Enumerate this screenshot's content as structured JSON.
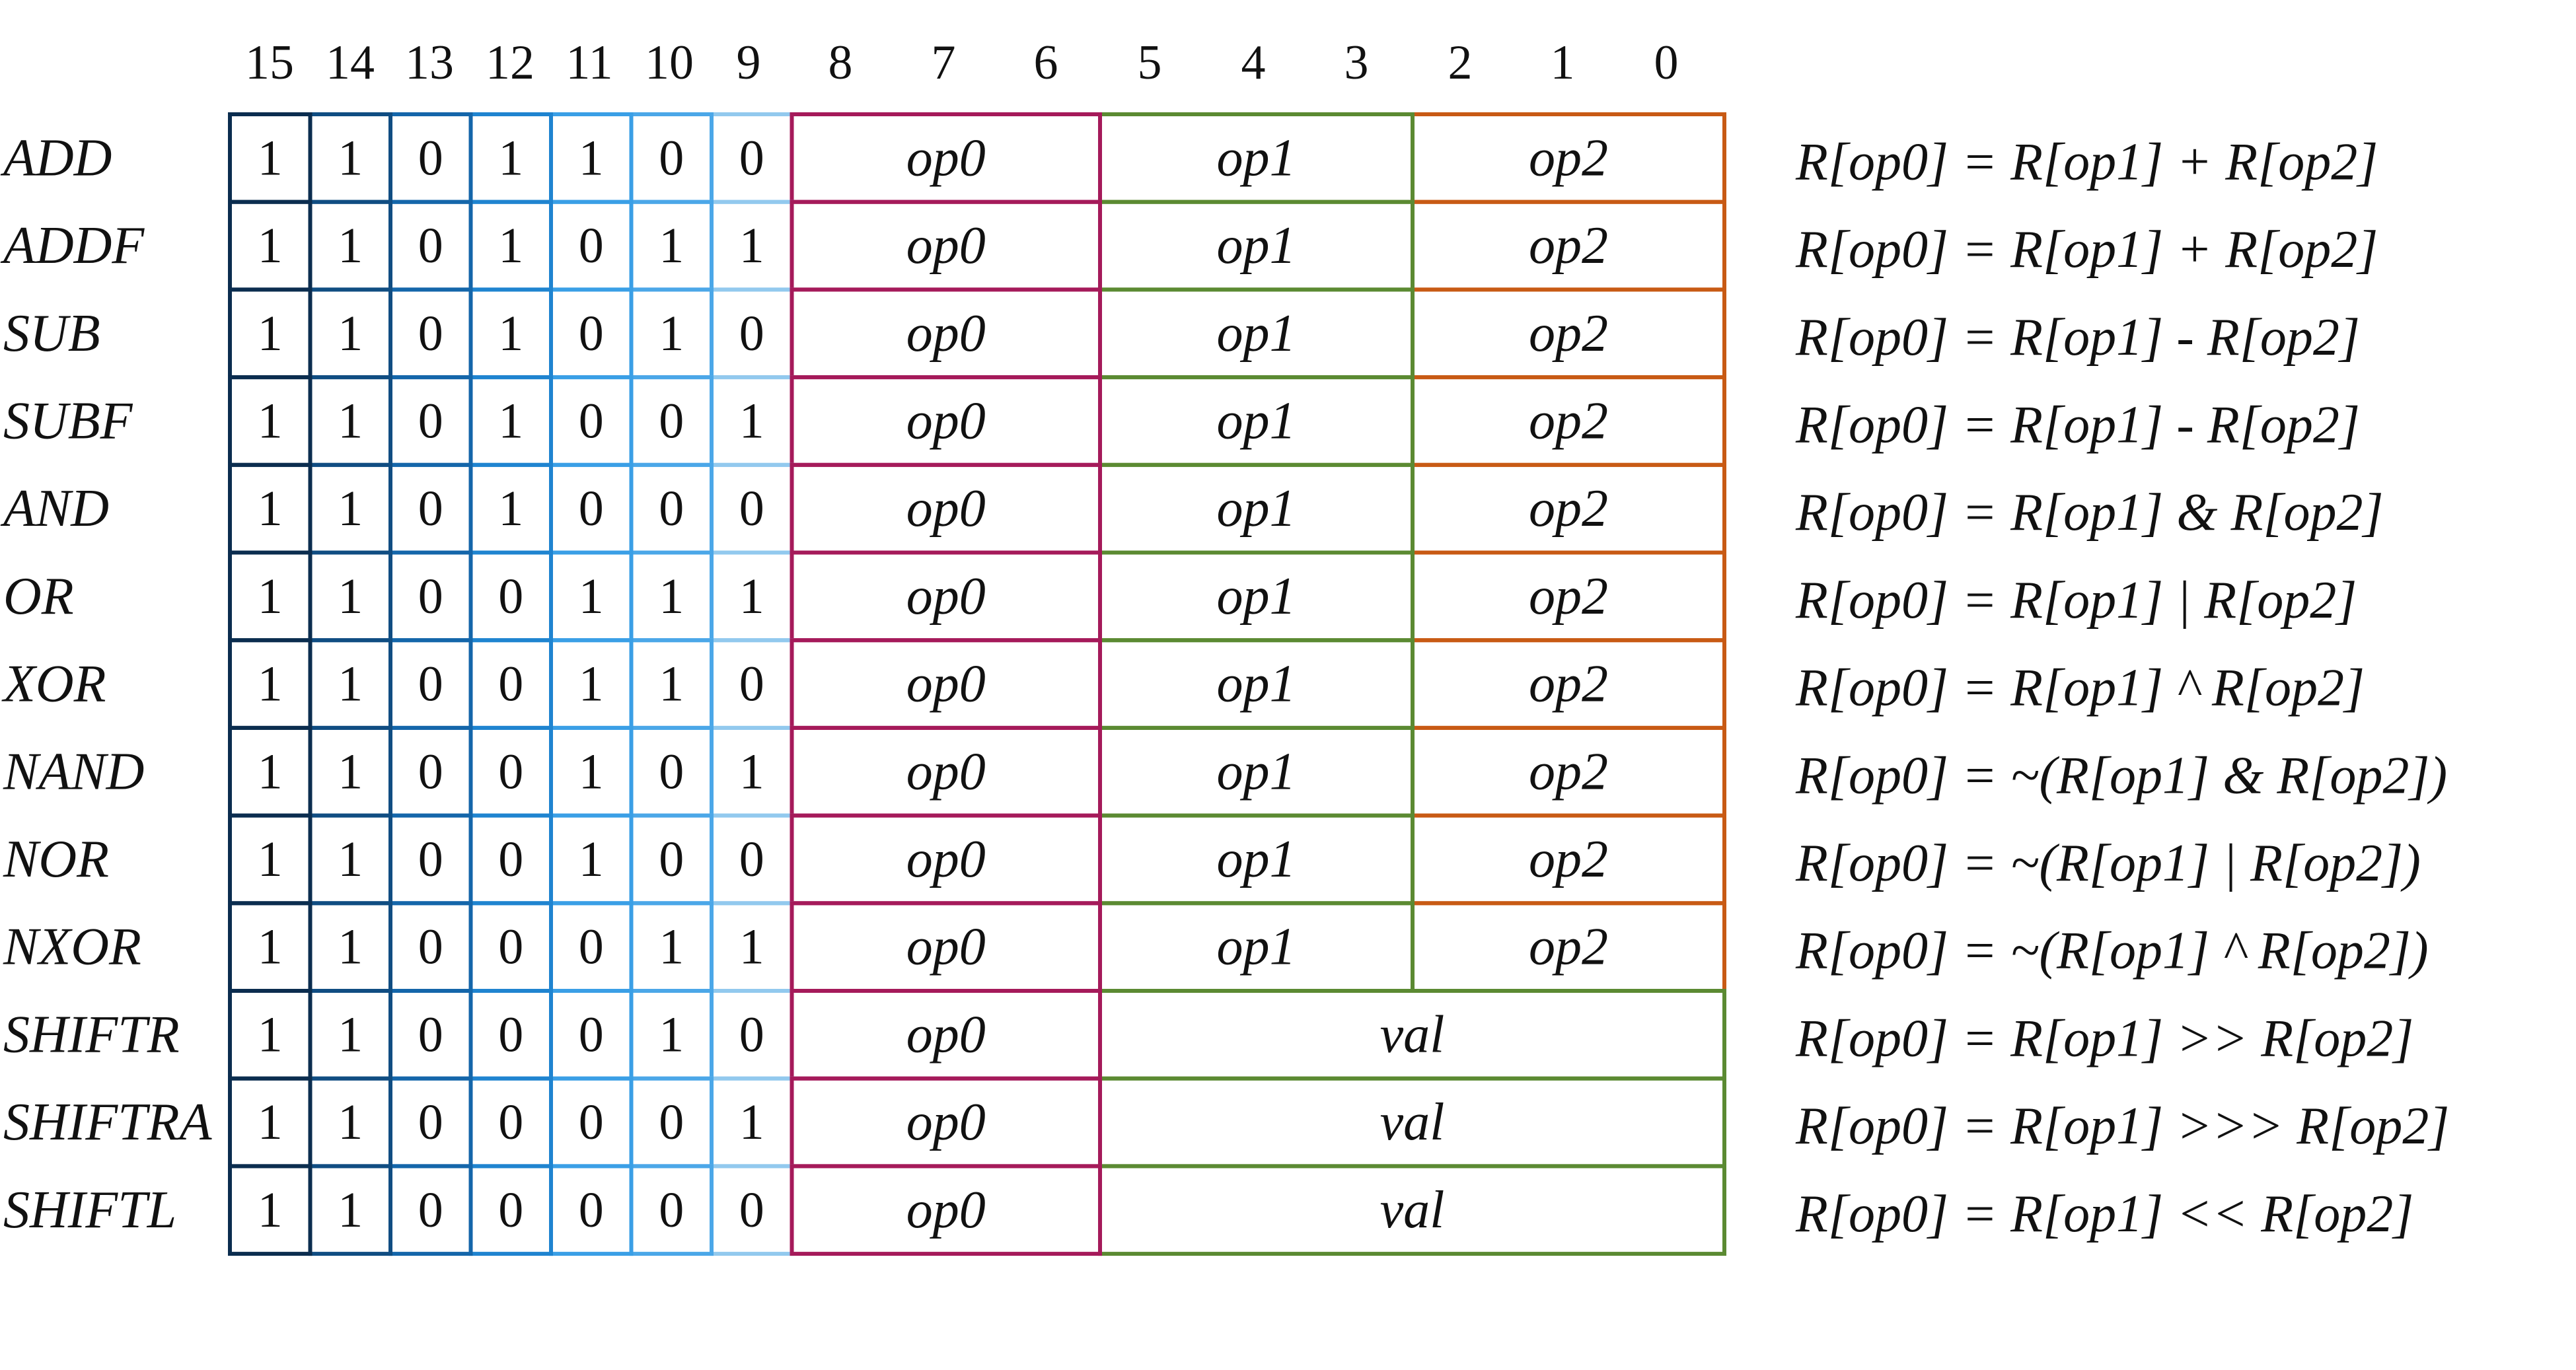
{
  "bit_positions": [
    "15",
    "14",
    "13",
    "12",
    "11",
    "10",
    "9",
    "8",
    "7",
    "6",
    "5",
    "4",
    "3",
    "2",
    "1",
    "0"
  ],
  "colors": {
    "bit15": "#0b2d4f",
    "bit14": "#104d82",
    "bit13": "#1466aa",
    "bit12": "#1f84d0",
    "bit11": "#3a9fe6",
    "bit10": "#4ba7e8",
    "bit9": "#92c9ee",
    "op0_border": "#a51a5a",
    "op1_border": "#5b8a32",
    "op2_border": "#c85a14",
    "text": "#111111"
  },
  "instructions": [
    {
      "name": "ADD",
      "bits": [
        "1",
        "1",
        "0",
        "1",
        "1",
        "0",
        "0"
      ],
      "fields": [
        "op0",
        "op1",
        "op2"
      ],
      "desc": "R[op0] = R[op1] + R[op2]"
    },
    {
      "name": "ADDF",
      "bits": [
        "1",
        "1",
        "0",
        "1",
        "0",
        "1",
        "1"
      ],
      "fields": [
        "op0",
        "op1",
        "op2"
      ],
      "desc": "R[op0] = R[op1] + R[op2]"
    },
    {
      "name": "SUB",
      "bits": [
        "1",
        "1",
        "0",
        "1",
        "0",
        "1",
        "0"
      ],
      "fields": [
        "op0",
        "op1",
        "op2"
      ],
      "desc": "R[op0] = R[op1] - R[op2]"
    },
    {
      "name": "SUBF",
      "bits": [
        "1",
        "1",
        "0",
        "1",
        "0",
        "0",
        "1"
      ],
      "fields": [
        "op0",
        "op1",
        "op2"
      ],
      "desc": "R[op0] = R[op1] - R[op2]"
    },
    {
      "name": "AND",
      "bits": [
        "1",
        "1",
        "0",
        "1",
        "0",
        "0",
        "0"
      ],
      "fields": [
        "op0",
        "op1",
        "op2"
      ],
      "desc": "R[op0] = R[op1] & R[op2]"
    },
    {
      "name": "OR",
      "bits": [
        "1",
        "1",
        "0",
        "0",
        "1",
        "1",
        "1"
      ],
      "fields": [
        "op0",
        "op1",
        "op2"
      ],
      "desc": "R[op0] = R[op1] | R[op2]"
    },
    {
      "name": "XOR",
      "bits": [
        "1",
        "1",
        "0",
        "0",
        "1",
        "1",
        "0"
      ],
      "fields": [
        "op0",
        "op1",
        "op2"
      ],
      "desc": "R[op0] = R[op1] ^ R[op2]"
    },
    {
      "name": "NAND",
      "bits": [
        "1",
        "1",
        "0",
        "0",
        "1",
        "0",
        "1"
      ],
      "fields": [
        "op0",
        "op1",
        "op2"
      ],
      "desc": "R[op0] =  ~(R[op1] & R[op2])"
    },
    {
      "name": "NOR",
      "bits": [
        "1",
        "1",
        "0",
        "0",
        "1",
        "0",
        "0"
      ],
      "fields": [
        "op0",
        "op1",
        "op2"
      ],
      "desc": "R[op0] =  ~(R[op1] | R[op2])"
    },
    {
      "name": "NXOR",
      "bits": [
        "1",
        "1",
        "0",
        "0",
        "0",
        "1",
        "1"
      ],
      "fields": [
        "op0",
        "op1",
        "op2"
      ],
      "desc": "R[op0] =  ~(R[op1] ^ R[op2])"
    },
    {
      "name": "SHIFTR",
      "bits": [
        "1",
        "1",
        "0",
        "0",
        "0",
        "1",
        "0"
      ],
      "fields": [
        "op0",
        "val"
      ],
      "desc": "R[op0] = R[op1] >> R[op2]"
    },
    {
      "name": "SHIFTRA",
      "bits": [
        "1",
        "1",
        "0",
        "0",
        "0",
        "0",
        "1"
      ],
      "fields": [
        "op0",
        "val"
      ],
      "desc": "R[op0] = R[op1] >>> R[op2]"
    },
    {
      "name": "SHIFTL",
      "bits": [
        "1",
        "1",
        "0",
        "0",
        "0",
        "0",
        "0"
      ],
      "fields": [
        "op0",
        "val"
      ],
      "desc": "R[op0] = R[op1] << R[op2]"
    }
  ]
}
